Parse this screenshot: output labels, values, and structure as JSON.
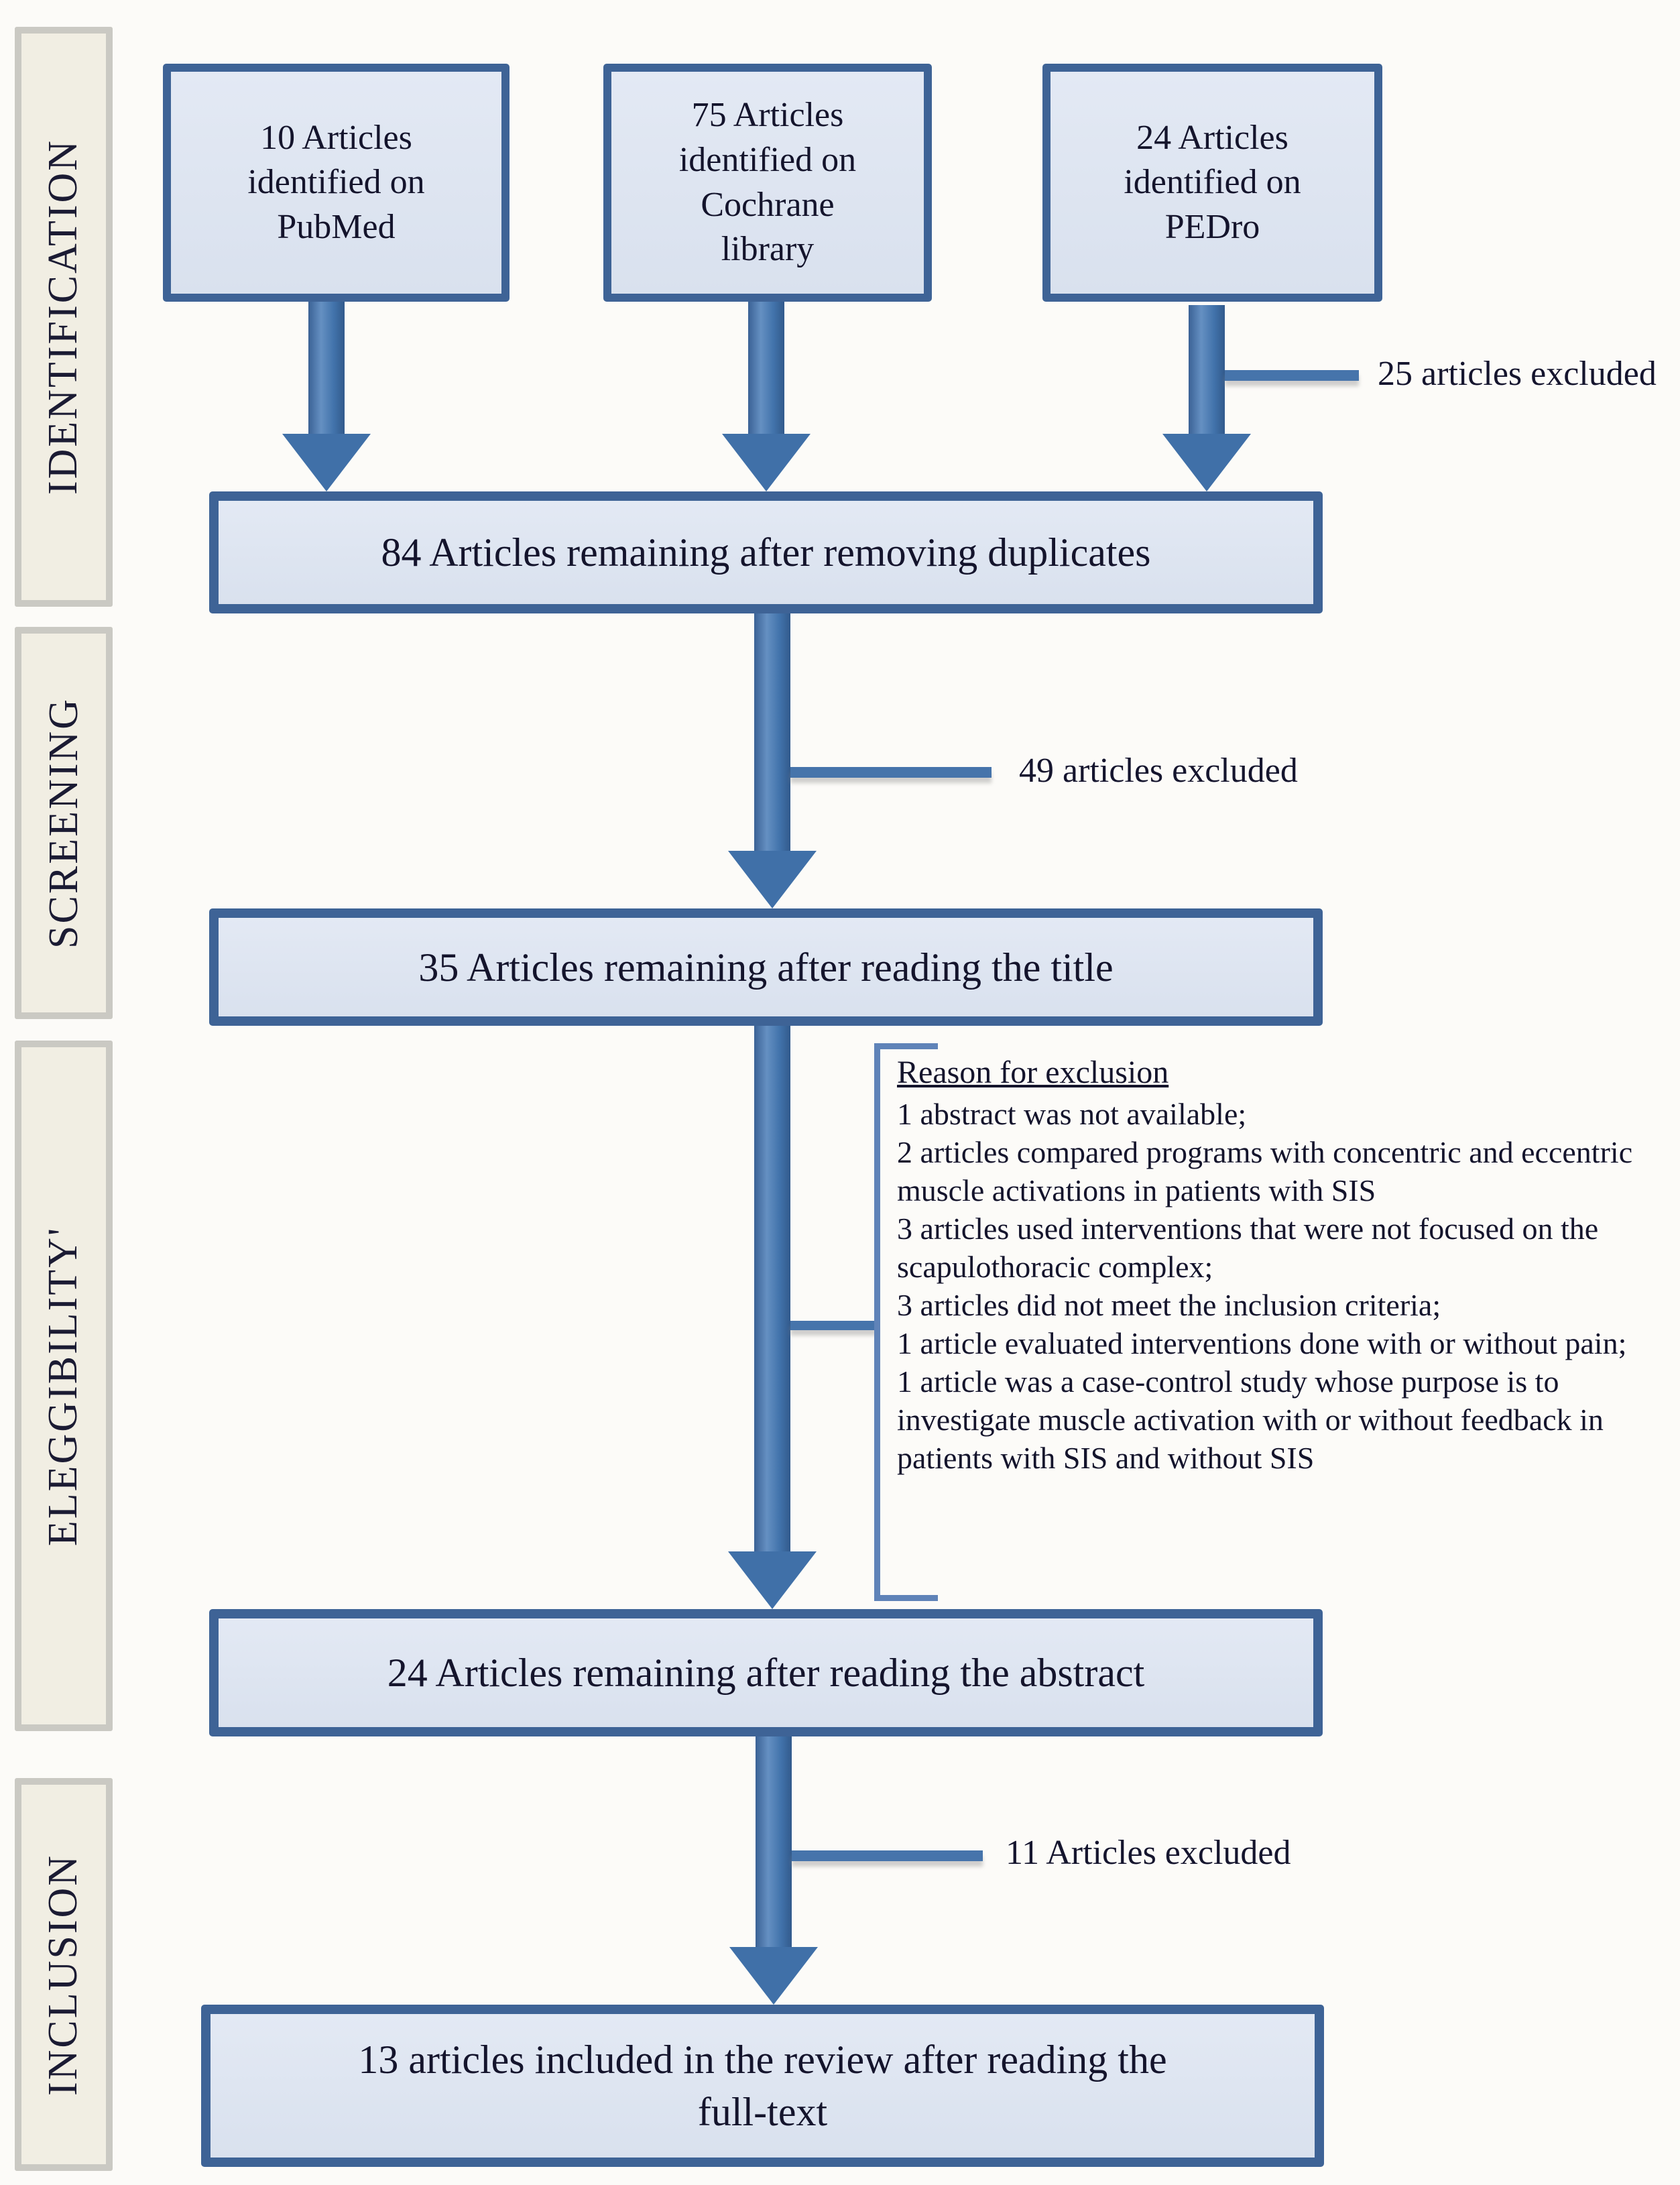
{
  "sidebar": {
    "identification": "IDENTIFICATION",
    "screening": "SCREENING",
    "eligibility": "ELEGGIBILITY'",
    "inclusion": "INCLUSION"
  },
  "sources": {
    "pubmed": "10 Articles\nidentified on\nPubMed",
    "cochrane": "75 Articles\nidentified on\nCochrane\nlibrary",
    "pedro": "24 Articles\nidentified on\nPEDro"
  },
  "flow": {
    "duplicates": "84 Articles remaining after removing duplicates",
    "title_screen": "35 Articles remaining after reading the title",
    "abstract_screen": "24 Articles remaining after reading the abstract",
    "included": "13 articles included in the review after reading the\nfull-text"
  },
  "exclusions": {
    "identification": "25 articles excluded",
    "screening": "49 articles excluded",
    "inclusion": "11 Articles excluded"
  },
  "reasons": {
    "title": "Reason for exclusion",
    "body": "1 abstract was not available;\n2 articles compared programs with concentric and eccentric muscle activations in patients with SIS\n3 articles used interventions that were not focused on the scapulothoracic complex;\n3 articles did not meet the inclusion criteria;\n1 article evaluated interventions done with or without pain;\n1 article was a case-control study whose purpose is to investigate muscle activation with or without feedback in patients with SIS and without SIS"
  },
  "colors": {
    "box_fill": "#dde4f0",
    "box_border": "#3e6396",
    "arrow": "#4674ab",
    "sidebar_fill": "#f1eee3",
    "sidebar_border": "#cac9c3",
    "text": "#14142c"
  }
}
